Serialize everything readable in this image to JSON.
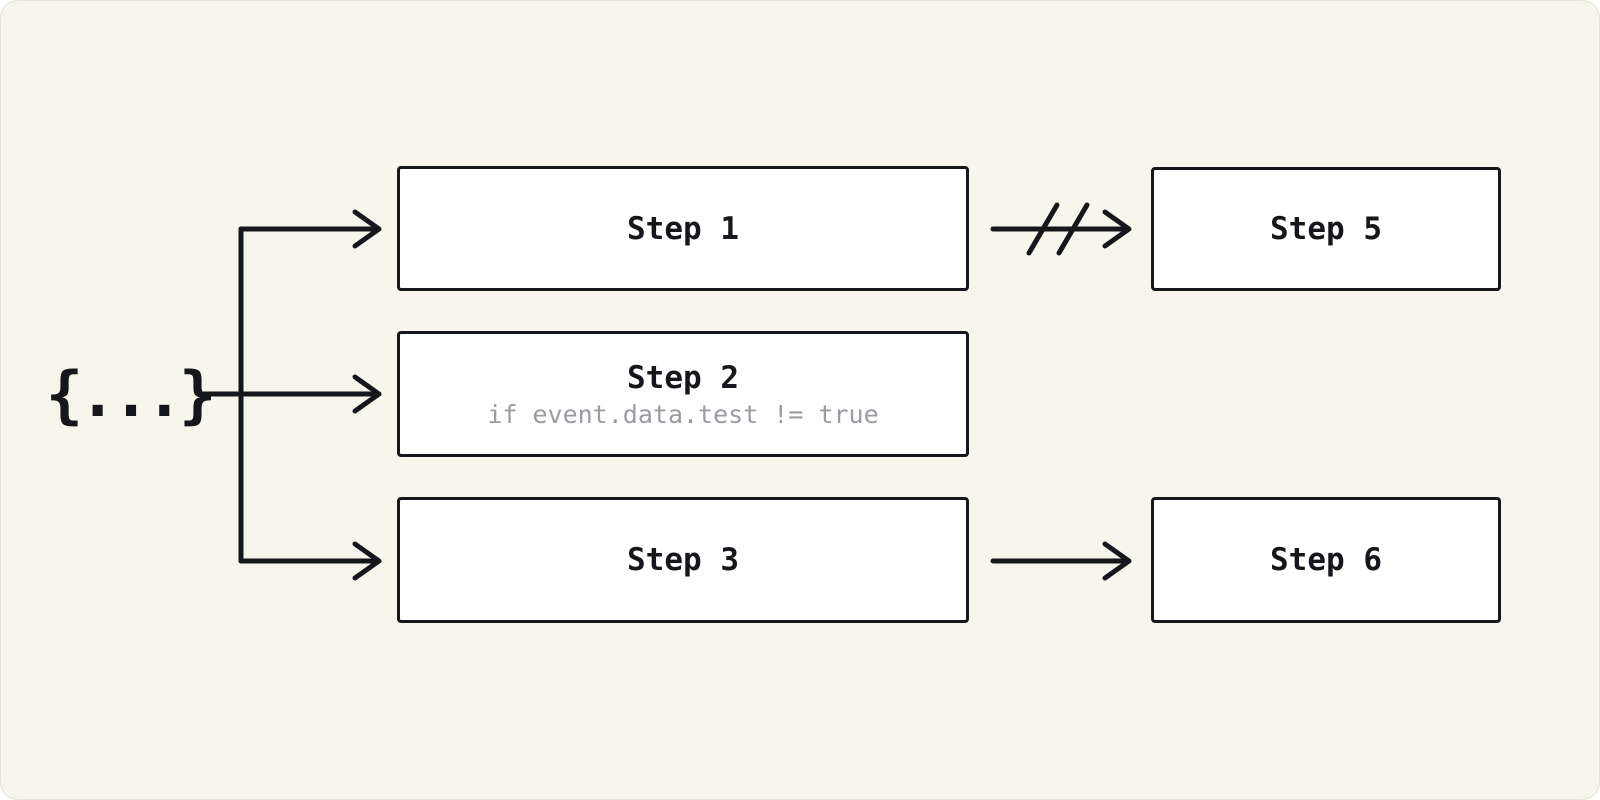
{
  "diagram": {
    "event_icon": "{...}",
    "steps": [
      {
        "id": "step-1",
        "label": "Step 1",
        "sublabel": ""
      },
      {
        "id": "step-2",
        "label": "Step 2",
        "sublabel": "if event.data.test != true"
      },
      {
        "id": "step-3",
        "label": "Step 3",
        "sublabel": ""
      },
      {
        "id": "step-5",
        "label": "Step 5",
        "sublabel": ""
      },
      {
        "id": "step-6",
        "label": "Step 6",
        "sublabel": ""
      }
    ],
    "connections": [
      {
        "from": "event",
        "to": "step-1",
        "type": "arrow"
      },
      {
        "from": "event",
        "to": "step-2",
        "type": "arrow"
      },
      {
        "from": "event",
        "to": "step-3",
        "type": "arrow"
      },
      {
        "from": "step-1",
        "to": "step-5",
        "type": "broken-arrow"
      },
      {
        "from": "step-3",
        "to": "step-6",
        "type": "arrow"
      }
    ],
    "colors": {
      "background": "#f8f6ec",
      "node_background": "#ffffff",
      "stroke": "#16161d",
      "muted_text": "#9b9ba3"
    }
  }
}
